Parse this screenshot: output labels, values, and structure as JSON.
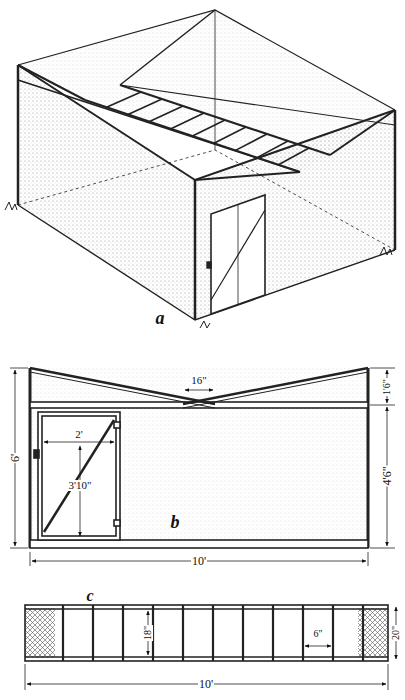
{
  "diagram": {
    "labels": [
      "a",
      "16\"",
      "1'6\"",
      "6'",
      "2'",
      "3'10\"",
      "4'6\"",
      "b",
      "10'",
      "c",
      "18\"",
      "6\"",
      "20\"",
      "10'"
    ]
  }
}
